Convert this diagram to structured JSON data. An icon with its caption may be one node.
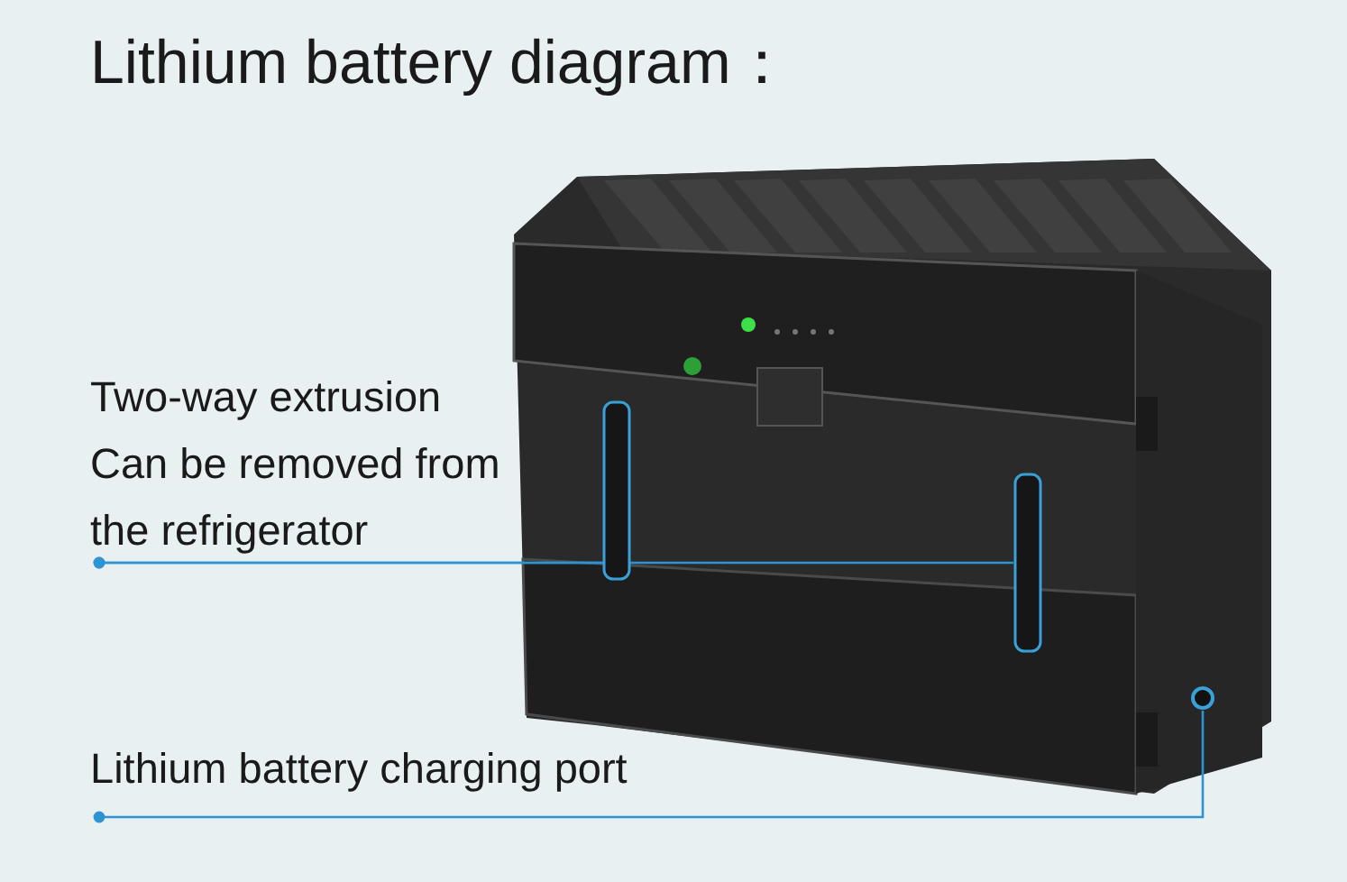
{
  "diagram": {
    "title": "Lithium battery diagram：",
    "nodes": [
      {
        "text": [
          "Two-way extrusion Can be removed from the refrigerator"
        ]
      },
      {
        "text": [
          "Lithium battery charging port"
        ]
      },
      {
        "text": [],
        "shape": "bar"
      },
      {
        "text": [],
        "shape": "bar"
      },
      {
        "text": [],
        "shape": "circle"
      }
    ],
    "edges": [
      {
        "from": 0,
        "to": 2,
        "arrow": "other"
      },
      {
        "from": 0,
        "to": 3,
        "arrow": "other"
      },
      {
        "from": 1,
        "to": 4,
        "arrow": "other"
      }
    ]
  }
}
